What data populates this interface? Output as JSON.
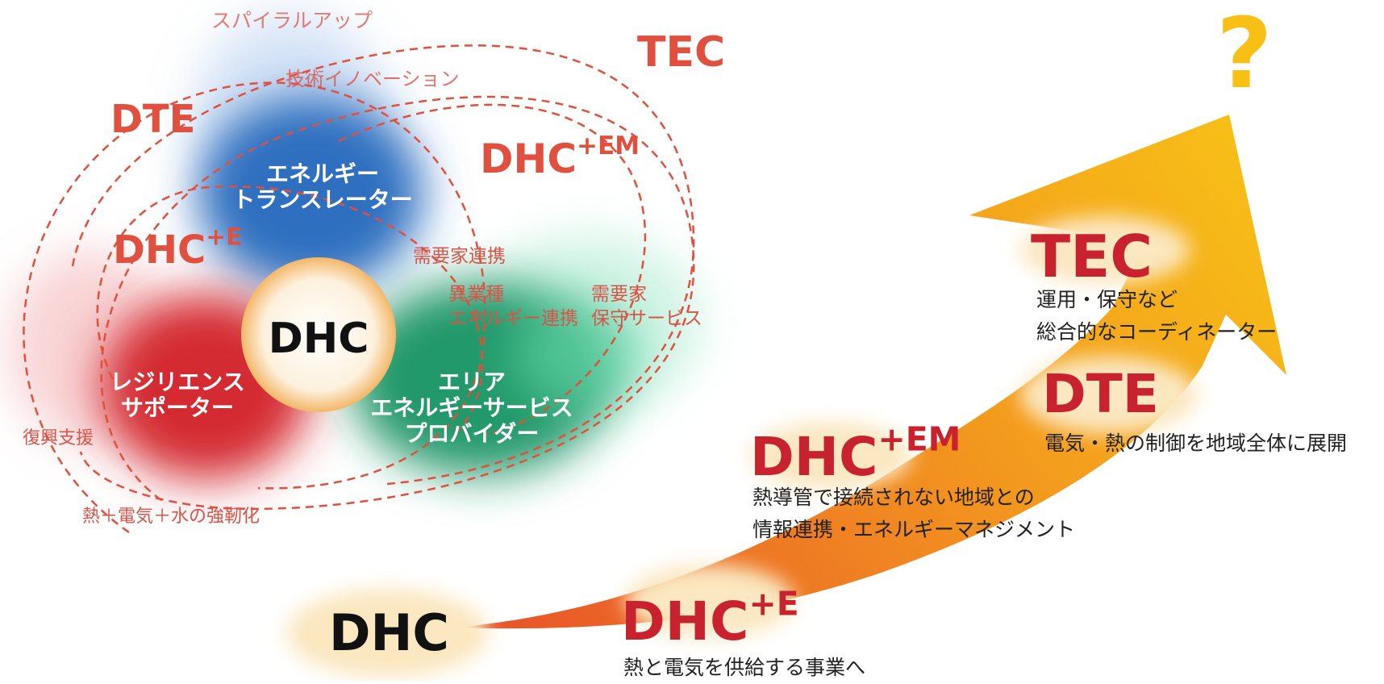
{
  "left_diagram": {
    "top_label": "スパイラルアップ",
    "tec_label": "TEC",
    "dte_label": "DTE",
    "dhc_em": {
      "base": "DHC",
      "sup": "+EM"
    },
    "dhc_e": {
      "base": "DHC",
      "sup": "+E"
    },
    "center_label": "DHC",
    "blue_circle": {
      "line1": "エネルギー",
      "line2": "トランスレーター"
    },
    "red_circle": {
      "line1": "レジリエンス",
      "line2": "サポーター"
    },
    "green_circle": {
      "line1": "エリア",
      "line2": "エネルギーサービス",
      "line3": "プロバイダー"
    },
    "annotations": {
      "tech_innovation": "技術イノベーション",
      "customer_link": "需要家連携",
      "cross_industry_1": "異業種",
      "cross_industry_2": "エネルギー連携",
      "customer_service_1": "需要家",
      "customer_service_2": "保守サービス",
      "recovery": "復興支援",
      "strengthening": "熱＋電気＋水の強靭化"
    },
    "colors": {
      "blue": "#2f6fbf",
      "red": "#d42a32",
      "green": "#23996b",
      "dashed": "#e0503f"
    }
  },
  "roadmap": {
    "question_mark": "?",
    "stages": [
      {
        "title": "DHC",
        "sup": "",
        "lines": []
      },
      {
        "title": "DHC",
        "sup": "+E",
        "lines": [
          "熱と電気を供給する事業へ"
        ]
      },
      {
        "title": "DHC",
        "sup": "+EM",
        "lines": [
          "熱導管で接続されない地域との",
          "情報連携・エネルギーマネジメント"
        ]
      },
      {
        "title": "DTE",
        "sup": "",
        "lines": [
          "電気・熱の制御を地域全体に展開"
        ]
      },
      {
        "title": "TEC",
        "sup": "",
        "lines": [
          "運用・保守など",
          "総合的なコーディネーター"
        ]
      }
    ],
    "colors": {
      "arrow_start": "#e8502a",
      "arrow_end": "#f8c015",
      "title": "#c8222e",
      "glow": "#fbe7c0"
    }
  }
}
